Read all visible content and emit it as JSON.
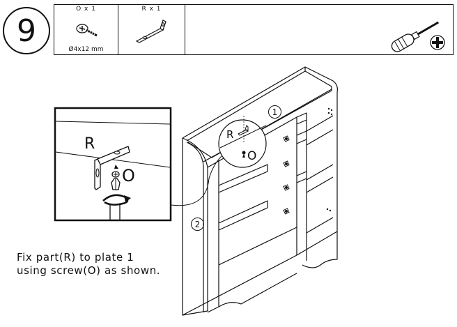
{
  "step": {
    "number": "9"
  },
  "parts": [
    {
      "label": "O x 1",
      "sub": "Ø4x12 mm",
      "icon": "screw-icon"
    },
    {
      "label": "R x 1",
      "sub": "",
      "icon": "bracket-icon"
    }
  ],
  "tool": {
    "icon": "phillips-screwdriver-icon"
  },
  "callouts": {
    "plate_1": "1",
    "plate_2": "2",
    "part_r": "R",
    "part_o": "O"
  },
  "instruction": {
    "line1": "Fix part(R) to plate 1",
    "line2": "using screw(O) as shown."
  }
}
